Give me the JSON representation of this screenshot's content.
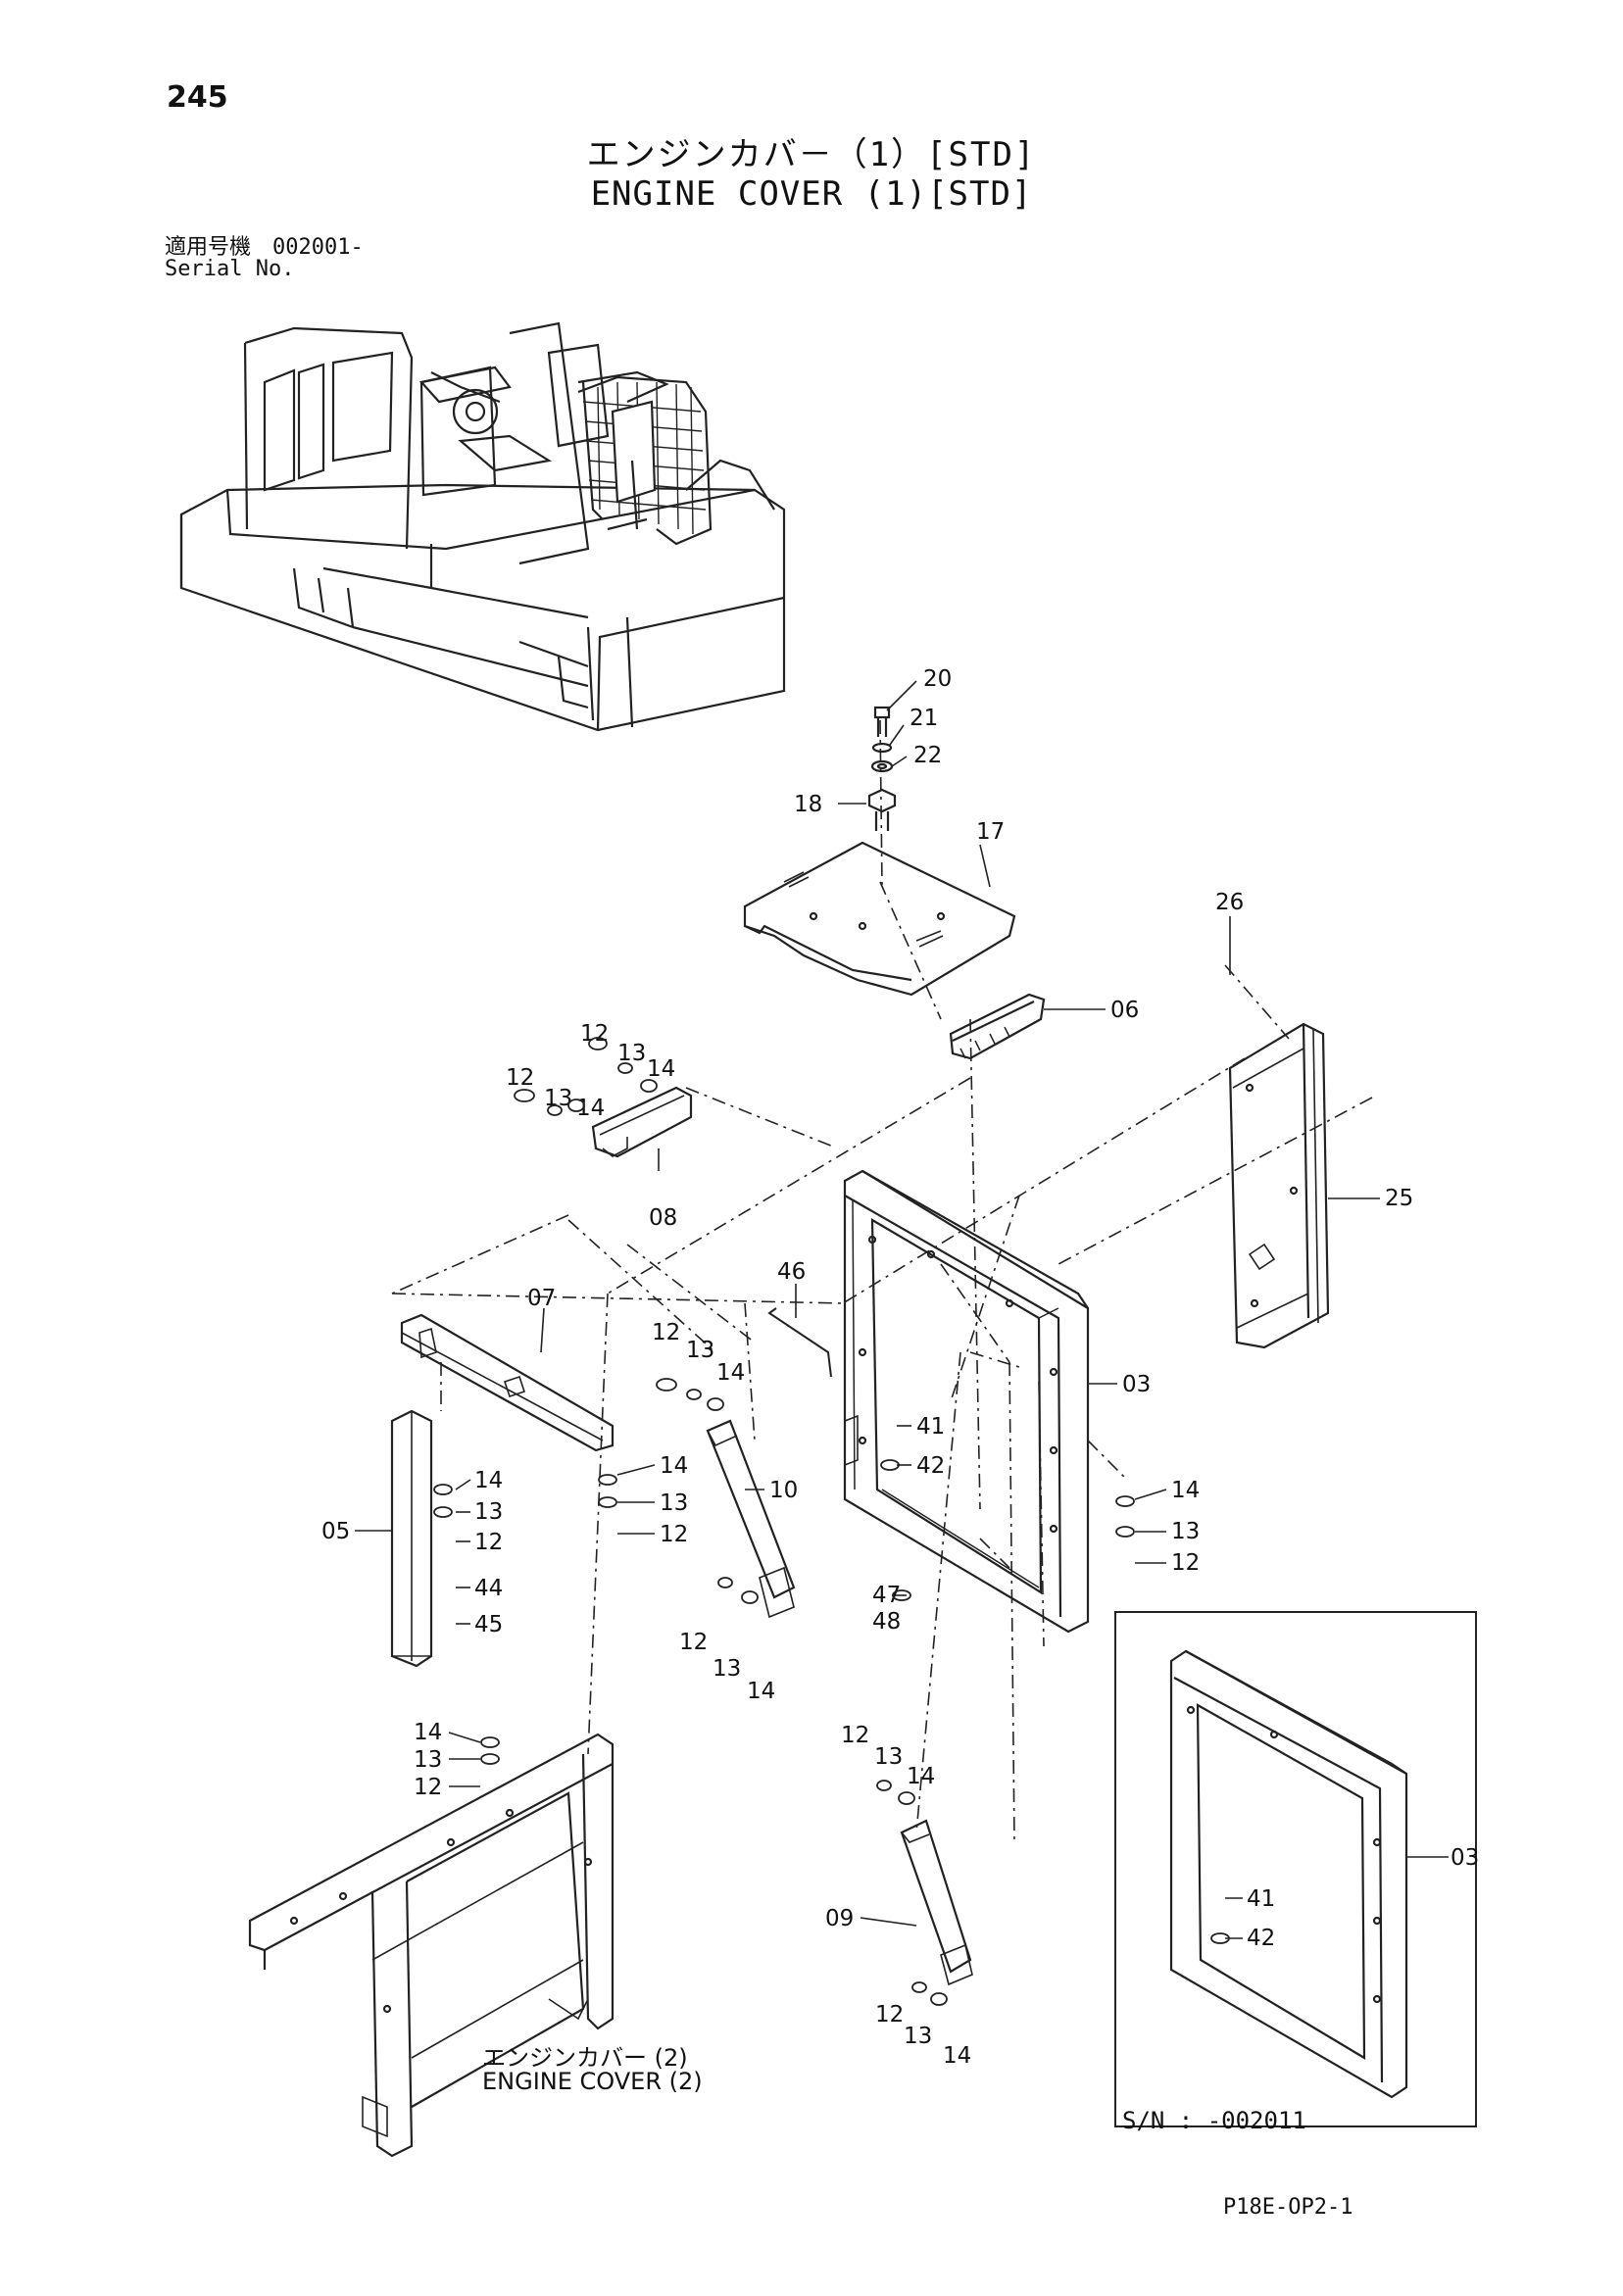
{
  "page_number": "245",
  "title_jp": "エンジンカバ－（1）[STD]",
  "title_en": "ENGINE COVER (1)[STD]",
  "serial_jp": "適用号機　002001-",
  "serial_en": "Serial No.",
  "drawing_code": "P18E-OP2-1",
  "callouts": {
    "c20": "20",
    "c21": "21",
    "c22": "22",
    "c18": "18",
    "c17": "17",
    "c26": "26",
    "c06": "06",
    "c25": "25",
    "c12a": "12",
    "c13a": "13",
    "c14a": "14",
    "c12b": "12",
    "c13b": "13",
    "c14b": "14",
    "c08": "08",
    "c07": "07",
    "c46": "46",
    "c03": "03",
    "c12c": "12",
    "c13c": "13",
    "c14c": "14",
    "c41": "41",
    "c42": "42",
    "c14d": "14",
    "c13d": "13",
    "c12d": "12",
    "c05": "05",
    "c44": "44",
    "c45": "45",
    "c14e": "14",
    "c13e": "13",
    "c12e": "12",
    "c10": "10",
    "c12f": "12",
    "c13f": "13",
    "c14f": "14",
    "c47": "47",
    "c48": "48",
    "c14g": "14",
    "c13g": "13",
    "c12g": "12",
    "c14h": "14",
    "c13h": "13",
    "c12h": "12",
    "c12i": "12",
    "c13i": "13",
    "c14i": "14",
    "c09": "09",
    "c12j": "12",
    "c13j": "13",
    "c14j": "14",
    "c03b": "03",
    "c41b": "41",
    "c42b": "42"
  },
  "engine_cover2_jp": "エンジンカバー (2)",
  "engine_cover2_en": "ENGINE COVER (2)",
  "inset_serial": "S/N : -002011"
}
